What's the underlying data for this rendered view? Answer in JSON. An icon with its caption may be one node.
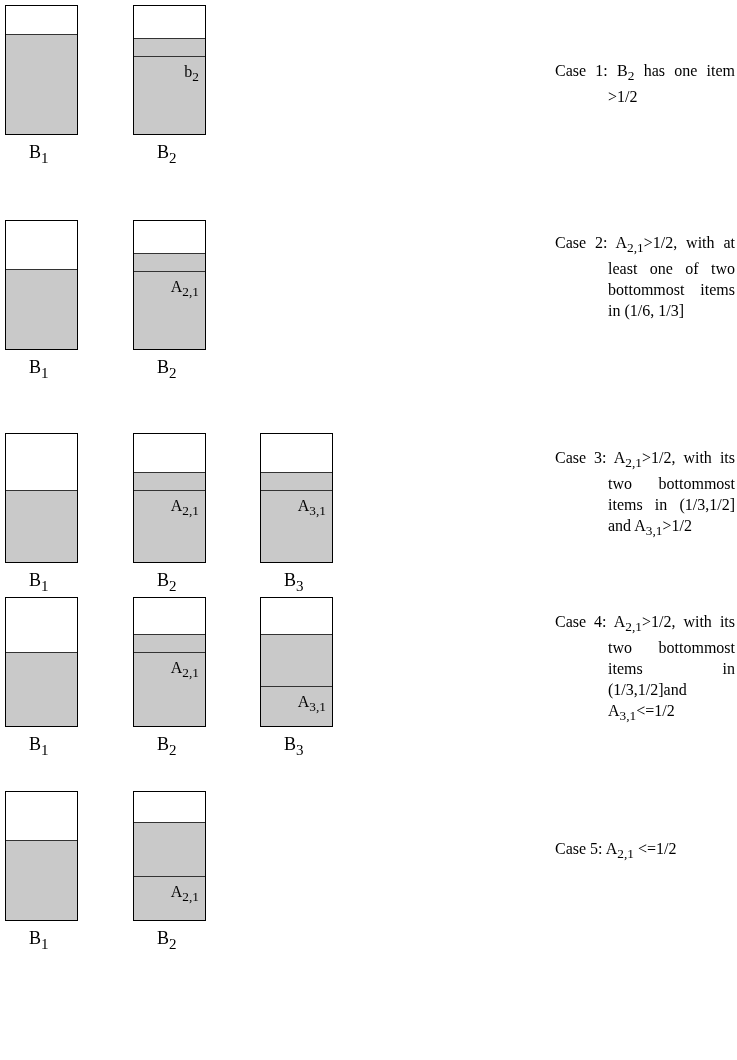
{
  "diagram": {
    "nodes": [
      {
        "text": [],
        "shape": "box",
        "beside": [
          "B$_{1}$"
        ]
      },
      {
        "text": [],
        "shape": "box",
        "in": 0
      },
      {
        "text": [],
        "shape": "box",
        "beside": [
          "B$_{2}$"
        ]
      },
      {
        "text": [],
        "shape": "box",
        "in": 2
      },
      {
        "text": [
          "b$_{2}$"
        ],
        "in": 2
      },
      {
        "text": [],
        "shape": "box",
        "beside": [
          "B$_{1}$"
        ]
      },
      {
        "text": [],
        "shape": "box",
        "in": 5
      },
      {
        "text": [],
        "shape": "box",
        "beside": [
          "B$_{2}$"
        ]
      },
      {
        "text": [],
        "shape": "box",
        "in": 7
      },
      {
        "text": [
          "A$_{2,1}$"
        ],
        "in": 7
      },
      {
        "text": [],
        "shape": "box",
        "beside": [
          "B$_{1}$"
        ]
      },
      {
        "text": [],
        "shape": "box",
        "in": 10
      },
      {
        "text": [],
        "shape": "box",
        "beside": [
          "B$_{2}$"
        ]
      },
      {
        "text": [],
        "shape": "box",
        "in": 12
      },
      {
        "text": [
          "A$_{2,1}$"
        ],
        "in": 12
      },
      {
        "text": [],
        "shape": "box",
        "beside": [
          "B$_{3}$"
        ]
      },
      {
        "text": [],
        "shape": "box",
        "in": 15
      },
      {
        "text": [
          "A$_{3,1}$"
        ],
        "in": 15
      },
      {
        "text": [],
        "shape": "box",
        "beside": [
          "B$_{1}$"
        ]
      },
      {
        "text": [],
        "shape": "box",
        "in": 18
      },
      {
        "text": [],
        "shape": "box",
        "beside": [
          "B$_{2}$"
        ]
      },
      {
        "text": [],
        "shape": "box",
        "in": 20
      },
      {
        "text": [
          "A$_{2,1}$"
        ],
        "in": 20
      },
      {
        "text": [],
        "shape": "box",
        "beside": [
          "B$_{3}$"
        ]
      },
      {
        "text": [],
        "shape": "box",
        "in": 23
      },
      {
        "text": [
          "A$_{3,1}$"
        ],
        "in": 23
      },
      {
        "text": [],
        "shape": "box",
        "beside": [
          "B$_{1}$"
        ]
      },
      {
        "text": [],
        "shape": "box",
        "in": 26
      },
      {
        "text": [],
        "shape": "box",
        "beside": [
          "B$_{2}$"
        ]
      },
      {
        "text": [],
        "shape": "box",
        "in": 28
      },
      {
        "text": [
          "A$_{2,1}$"
        ],
        "in": 28
      }
    ],
    "labels": [
      "Case 1: B$_{2}$ has one item >1/2",
      "Case 2: A$_{2,1}$>1/2, with at least one of two bottommost items in (1/6, 1/3]",
      "Case 3: A$_{2,1}$>1/2, with its two bottommost items in (1/3,1/2] and A$_{3,1}$>1/2",
      "Case 4: A$_{2,1}$>1/2, with its two bottommost items in (1/3,1/2]and A$_{3,1}$<=1/2",
      "Case 5: A$_{2,1}$ <=1/2"
    ]
  }
}
